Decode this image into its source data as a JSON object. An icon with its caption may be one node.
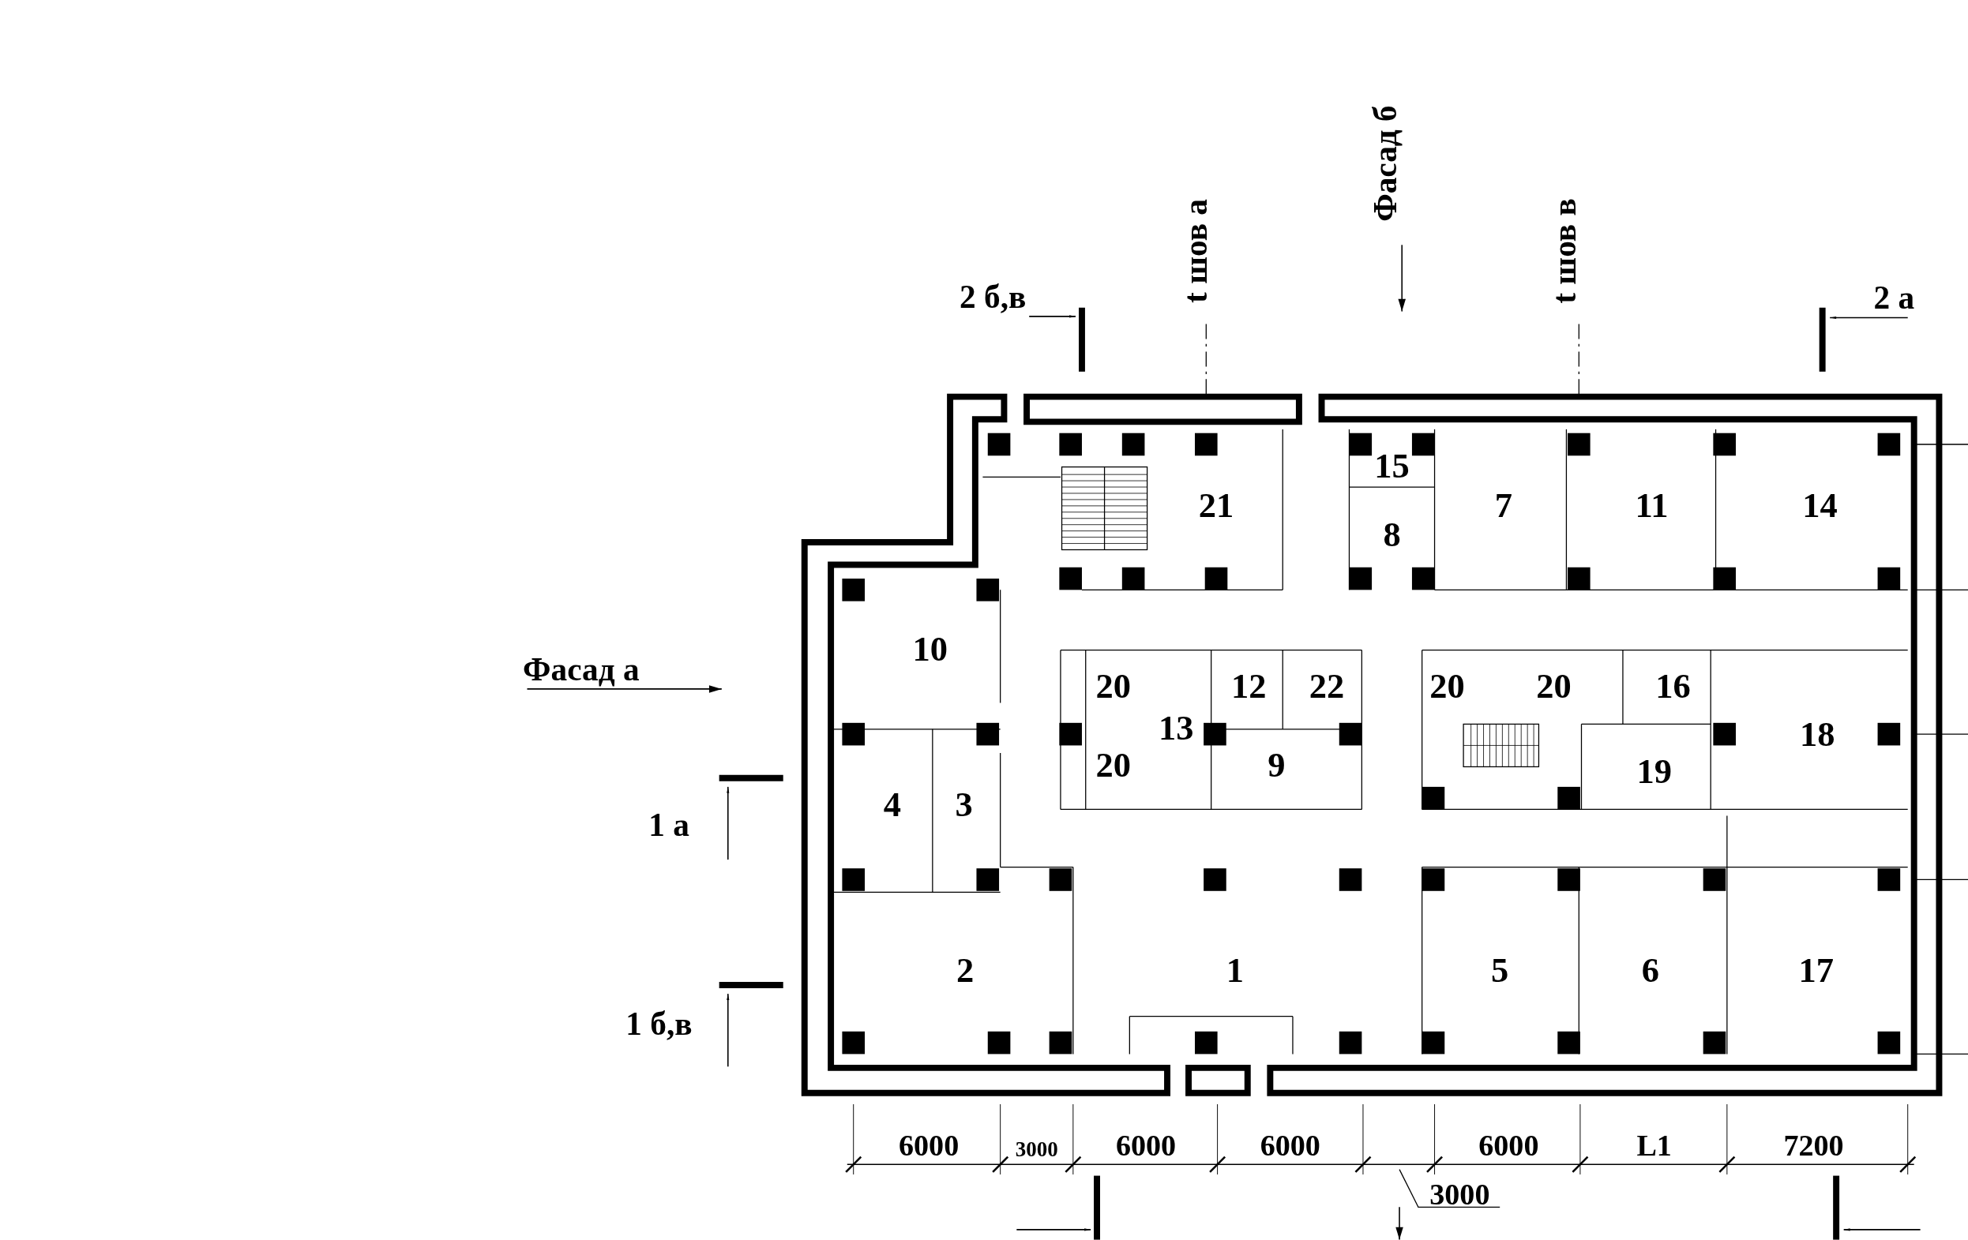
{
  "diagram": {
    "labels": [
      "Фасад б",
      "t шов а",
      "t шов в",
      "2 б,в",
      "2 а",
      "15",
      "21",
      "7",
      "11",
      "14",
      "8",
      "10",
      "Фасад а",
      "20",
      "12",
      "22",
      "20",
      "20",
      "16",
      "13",
      "18",
      "20",
      "9",
      "19",
      "4",
      "3",
      "1 а",
      "2",
      "1",
      "5",
      "6",
      "17",
      "1 б,в",
      "6000",
      "3000",
      "6000",
      "6000",
      "6000",
      "L1",
      "7200",
      "3000"
    ]
  }
}
